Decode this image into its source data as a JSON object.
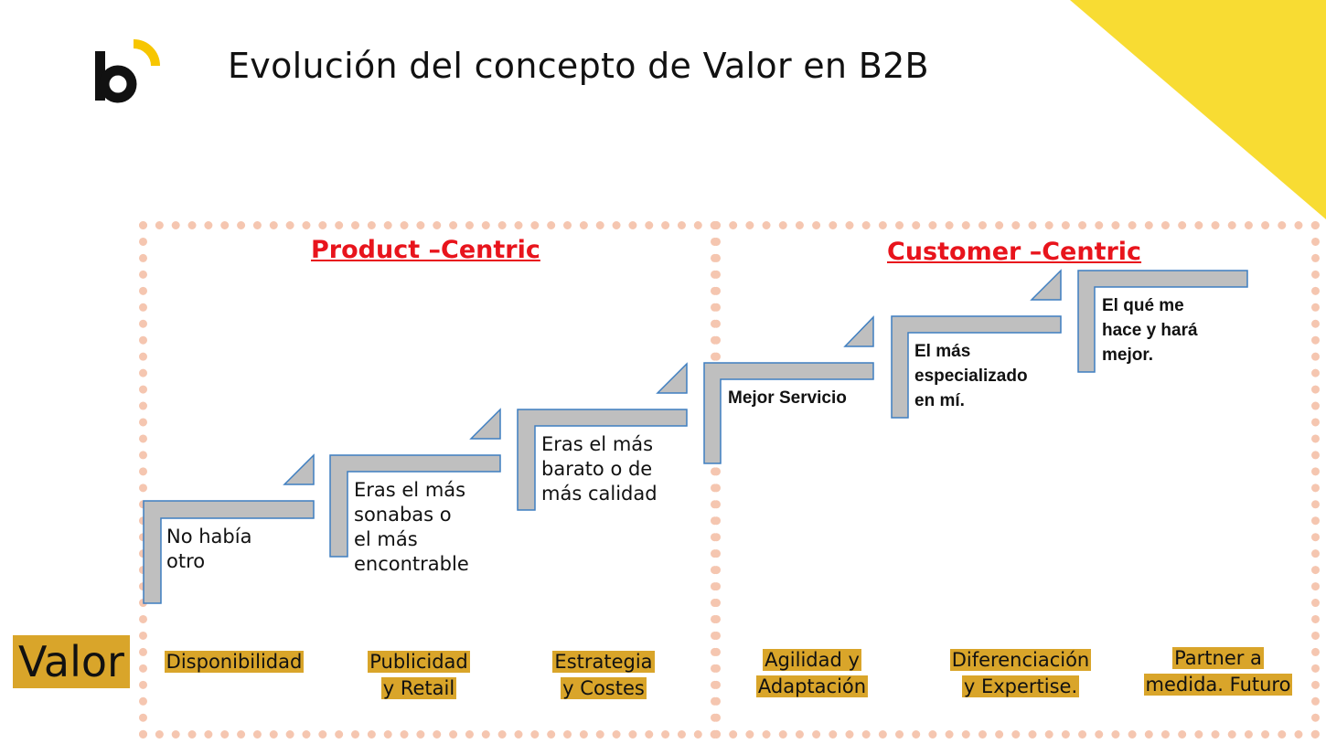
{
  "slide": {
    "title": "Evolución del concepto de Valor en B2B",
    "logo_letter": "b",
    "accent_color": "#f8dc33",
    "logo_ring_color": "#f7c600"
  },
  "sections": {
    "left_heading": "Product –Centric",
    "right_heading": "Customer –Centric"
  },
  "steps": [
    "No había\notro",
    "Eras el más\nsonabas o\nel más\nencontrable",
    "Eras el más\nbarato o de\nmás calidad",
    "Mejor Servicio",
    "El más\nespecializado\nen mí.",
    "El qué me\nhace y hará\nmejor."
  ],
  "row_label": "Valor",
  "categories": [
    [
      "Disponibilidad"
    ],
    [
      "Publicidad",
      "y Retail"
    ],
    [
      "Estrategia",
      "y Costes"
    ],
    [
      "Agilidad y",
      "Adaptación"
    ],
    [
      "Diferenciación",
      "y Expertise."
    ],
    [
      "Partner a",
      "medida.  Futuro"
    ]
  ],
  "colors": {
    "step_fill": "#bfbfbf",
    "step_stroke": "#3f7fc1",
    "heading": "#e8141c",
    "category_bg": "#d9a52a",
    "dotted_border": "#f5c6b0"
  }
}
